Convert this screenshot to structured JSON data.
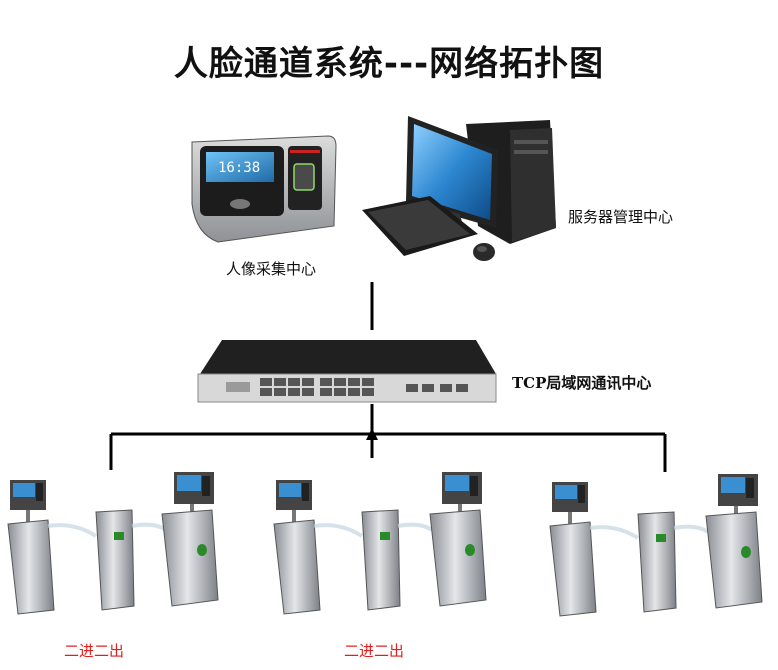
{
  "title": "人脸通道系统---网络拓扑图",
  "nodes": {
    "face_capture": {
      "label": "人像采集中心",
      "icon": "face-recognition-terminal-icon"
    },
    "server": {
      "label": "服务器管理中心",
      "icon": "desktop-server-icon"
    },
    "switch": {
      "label": "TCP局域网通讯中心",
      "icon": "network-switch-icon"
    }
  },
  "gates": [
    {
      "label": "二进二出",
      "icon": "flap-barrier-gate-icon"
    },
    {
      "label": "二进二出",
      "icon": "flap-barrier-gate-icon"
    },
    {
      "label": "",
      "icon": "flap-barrier-gate-icon"
    }
  ],
  "colors": {
    "line": "#000000",
    "gate_label": "#e02020",
    "device_dark": "#2a2a2a",
    "steel": "#b8bcc2",
    "screen": "#3a8fd0"
  }
}
